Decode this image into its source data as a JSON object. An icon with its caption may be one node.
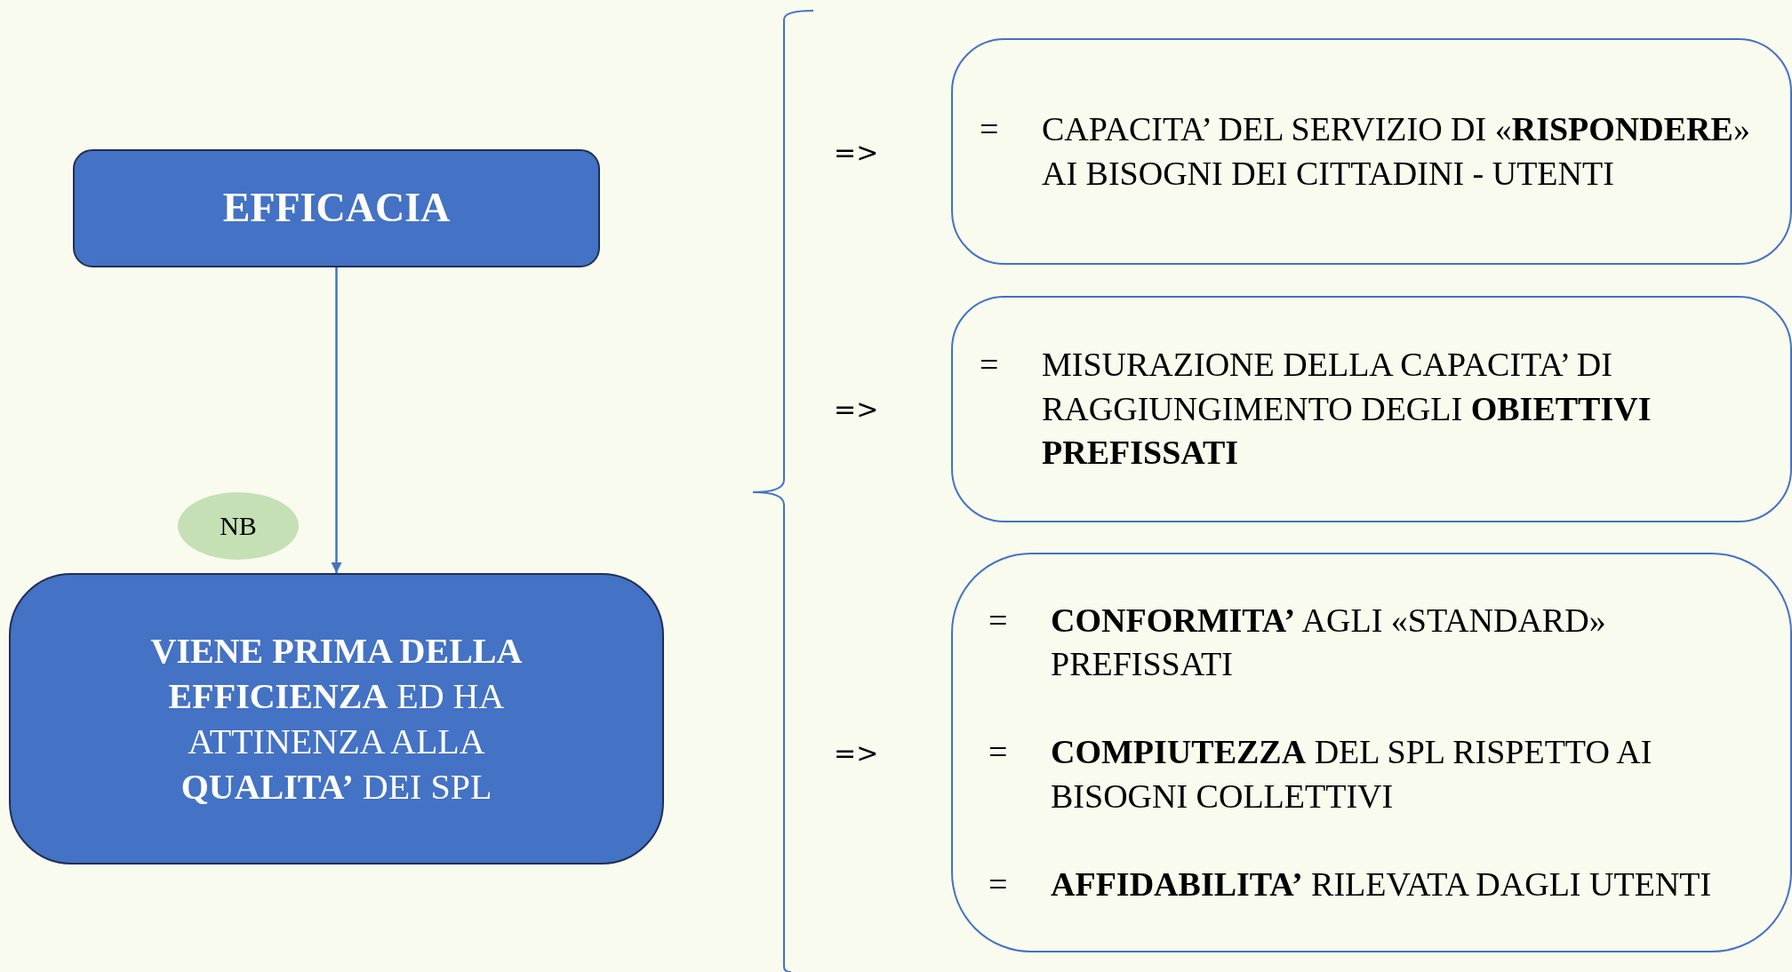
{
  "diagram": {
    "nodes": [
      {
        "text": [
          "EFFICACIA"
        ]
      },
      {
        "text": [
          "NB"
        ]
      },
      {
        "text": [
          "**VIENE PRIMA DELLA EFFICIENZA** ED HA ATTINENZA ALLA **QUALITA’** DEI SPL"
        ]
      },
      {
        "text": [
          "=",
          "CAPACITA’ DEL SERVIZIO DI «**RISPONDERE**» AI BISOGNI DEI CITTADINI - UTENTI"
        ]
      },
      {
        "text": [
          "=",
          "MISURAZIONE DELLA CAPACITA’ DI RAGGIUNGIMENTO DEGLI **OBIETTIVI PREFISSATI**"
        ]
      },
      {
        "text": [
          "=",
          "**CONFORMITA’** AGLI «STANDARD» PREFISSATI",
          "=",
          "**COMPIUTEZZA** DEL SPL RISPETTO AI BISOGNI COLLETTIVI",
          "=",
          "**AFFIDABILITA’** RILEVATA DAGLI UTENTI"
        ]
      }
    ],
    "edges": [
      {
        "from": 0,
        "to": 2,
        "arrow": "to"
      }
    ],
    "labels": [
      "=>",
      "=>",
      "=>"
    ]
  }
}
